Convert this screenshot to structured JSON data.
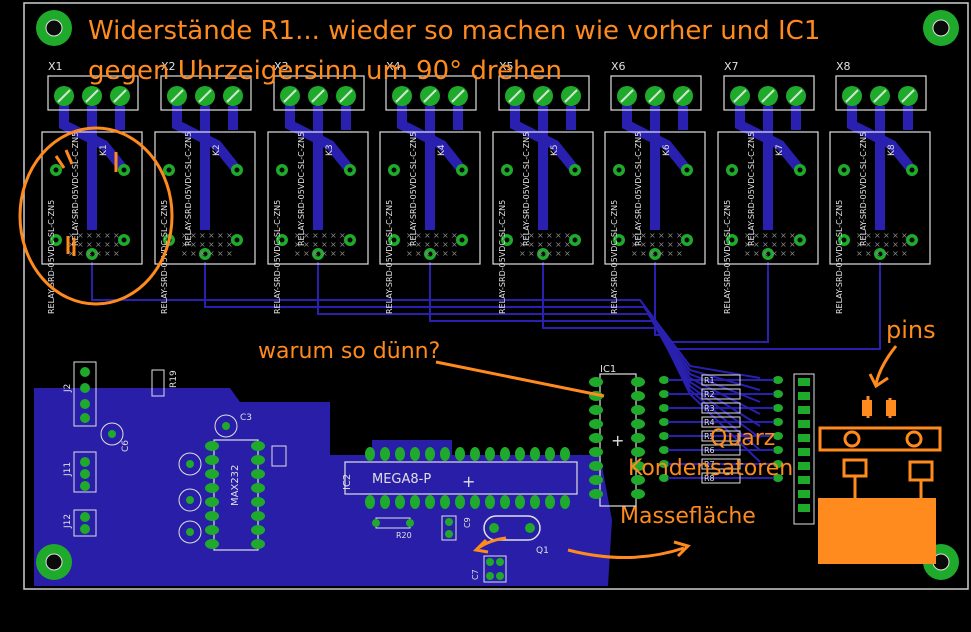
{
  "annotations": {
    "title_line1": "Widerstände R1... wieder so machen wie vorher und IC1",
    "title_line2": "gegen Uhrzeigersinn um 90° drehen",
    "warum": "warum so dünn?",
    "pins": "pins",
    "quarz": "Quarz",
    "kondensatoren": "Kondensatoren",
    "masseflaeche": "Massefläche"
  },
  "terminals": [
    "X1",
    "X2",
    "X3",
    "X4",
    "X5",
    "X6",
    "X7",
    "X8"
  ],
  "relays": [
    {
      "name": "K1",
      "part": "RELAY-SRD-05VDC-SL-C-ZN5"
    },
    {
      "name": "K2",
      "part": "RELAY-SRD-05VDC-SL-C-ZN5"
    },
    {
      "name": "K3",
      "part": "RELAY-SRD-05VDC-SL-C-ZN5"
    },
    {
      "name": "K4",
      "part": "RELAY-SRD-05VDC-SL-C-ZN5"
    },
    {
      "name": "K5",
      "part": "RELAY-SRD-05VDC-SL-C-ZN5"
    },
    {
      "name": "K6",
      "part": "RELAY-SRD-05VDC-SL-C-ZN5"
    },
    {
      "name": "K7",
      "part": "RELAY-SRD-05VDC-SL-C-ZN5"
    },
    {
      "name": "K8",
      "part": "RELAY-SRD-05VDC-SL-C-ZN5"
    }
  ],
  "components": {
    "ic2_value": "MEGA8-P",
    "ic2_name": "IC2",
    "ic1_name": "IC1",
    "max_label": "MAX232",
    "c3": "C3",
    "r19": "R19",
    "r20": "R20",
    "c9": "C9",
    "c7": "C7",
    "q1": "Q1",
    "j2": "J2",
    "j11": "J11",
    "j12": "J12",
    "c6": "C6",
    "resistors": [
      "R1",
      "R2",
      "R3",
      "R4",
      "R5",
      "R6",
      "R7",
      "R8"
    ]
  },
  "colors": {
    "background": "#000000",
    "board_outline": "#cfcfcf",
    "copper_bottom": "#2a20b0",
    "pad": "#1faa2c",
    "silk": "#e0e0e0",
    "annotation": "#ff8a1e"
  }
}
